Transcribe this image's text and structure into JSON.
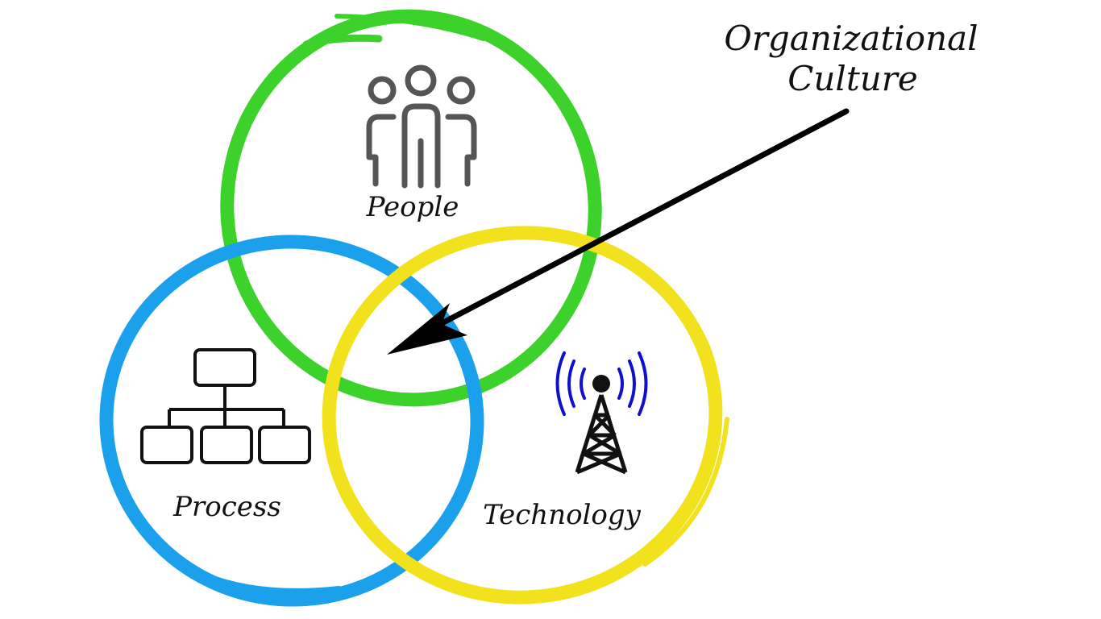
{
  "title": {
    "line1": "Organizational",
    "line2": "Culture"
  },
  "circles": {
    "people": {
      "label": "People",
      "icon": "people-icon",
      "color": "#3dd12b"
    },
    "process": {
      "label": "Process",
      "icon": "org-chart-icon",
      "color": "#1ba1ec"
    },
    "technology": {
      "label": "Technology",
      "icon": "radio-tower-icon",
      "color": "#f1e21d"
    }
  },
  "colors": {
    "text": "#111111",
    "icon_gray": "#555555",
    "signal_blue": "#1010cc",
    "arrow": "#000000"
  }
}
